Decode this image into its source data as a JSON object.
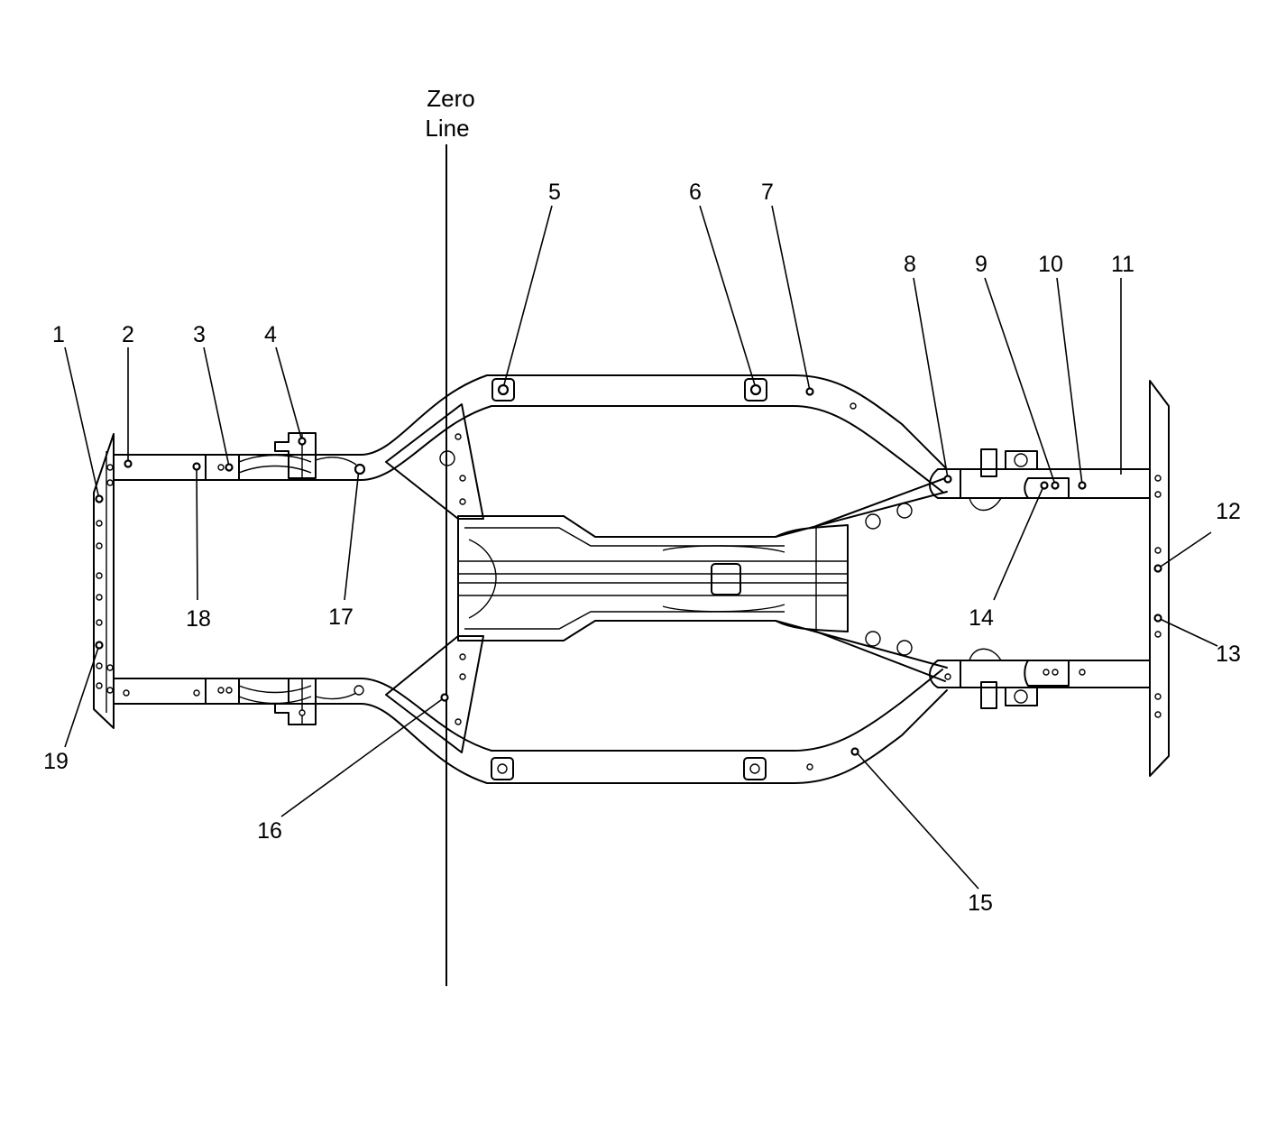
{
  "zero_line": {
    "line1": "Zero",
    "line2": "Line"
  },
  "callouts": [
    "1",
    "2",
    "3",
    "4",
    "5",
    "6",
    "7",
    "8",
    "9",
    "10",
    "11",
    "12",
    "13",
    "14",
    "15",
    "16",
    "17",
    "18",
    "19"
  ]
}
